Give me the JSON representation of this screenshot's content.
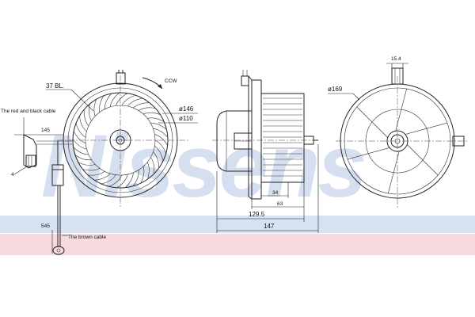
{
  "watermark": "Nissens",
  "colors": {
    "watermark": "#c9d5ea",
    "band_blue": "#d6e2f2",
    "band_pink": "#f7d9e0",
    "line": "#222222"
  },
  "front_view": {
    "blades_label": "37 BL.",
    "rotation_label": "CCW",
    "outer_diameter": "ø146",
    "inner_diameter": "ø110",
    "cable_red_black": "The red and black cable",
    "cable_brown": "The brown cable",
    "dim_145": "145",
    "dim_545": "545",
    "pin_label": "4"
  },
  "side_view": {
    "dim_34": "34",
    "dim_63": "63",
    "dim_129_5": "129.5",
    "dim_147": "147"
  },
  "back_view": {
    "diameter": "ø169",
    "dim_15_4": "15.4"
  },
  "icons": {
    "blower_front": "fan-wheel-icon",
    "blower_side": "motor-side-icon",
    "blower_back": "housing-back-icon"
  }
}
